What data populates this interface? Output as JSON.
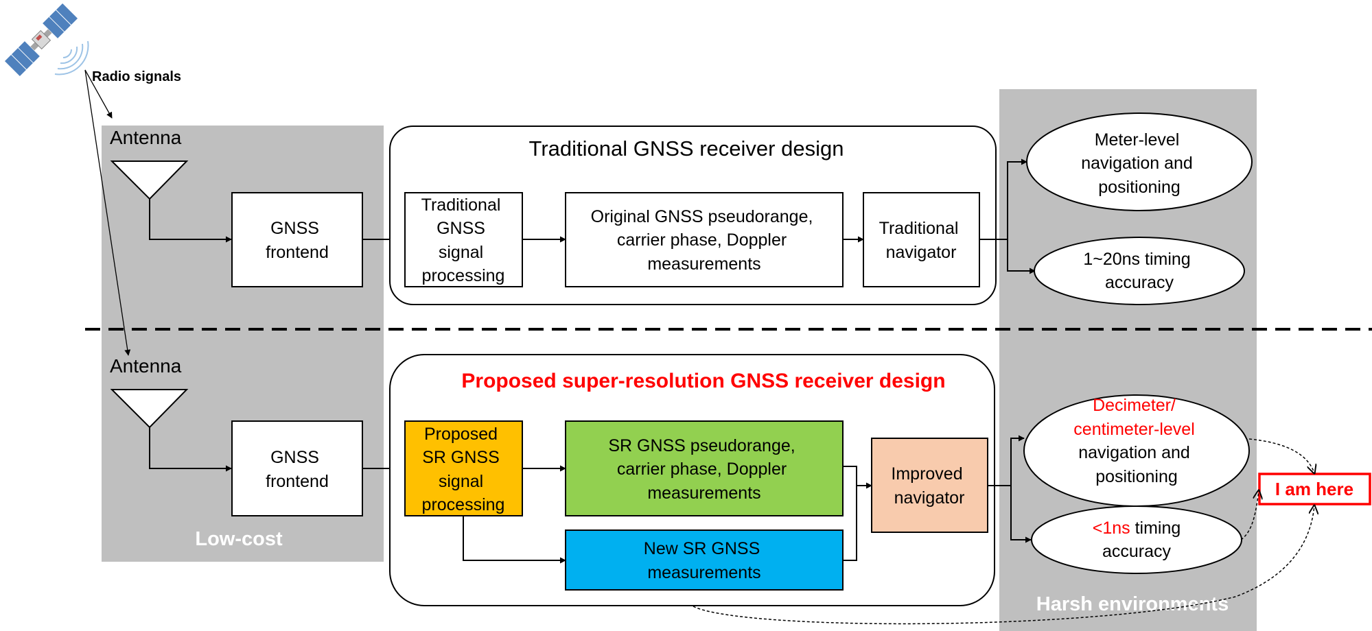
{
  "colors": {
    "panel_gray": "#bfbfbf",
    "red_text": "#ff0000",
    "proposed_processing": "#ffc000",
    "sr_measurements": "#92d050",
    "new_sr_measurements": "#00b0f0",
    "improved_navigator": "#f8cbad",
    "satellite_panel": "#4f81bd"
  },
  "labels": {
    "radio_signals": "Radio signals",
    "antenna_top": "Antenna",
    "antenna_bottom": "Antenna",
    "low_cost": "Low-cost",
    "harsh_environments": "Harsh environments"
  },
  "traditional": {
    "title": "Traditional GNSS receiver design",
    "frontend": [
      "GNSS",
      "frontend"
    ],
    "signal_processing": [
      "Traditional",
      "GNSS",
      "signal",
      "processing"
    ],
    "measurements": [
      "Original GNSS pseudorange,",
      "carrier phase, Doppler",
      "measurements"
    ],
    "navigator": [
      "Traditional",
      "navigator"
    ],
    "output_positioning": [
      "Meter-level",
      "navigation and",
      "positioning"
    ],
    "output_timing": [
      "1~20ns timing",
      "accuracy"
    ]
  },
  "proposed": {
    "title": "Proposed super-resolution GNSS receiver design",
    "frontend": [
      "GNSS",
      "frontend"
    ],
    "signal_processing": [
      "Proposed",
      "SR GNSS",
      "signal",
      "processing"
    ],
    "measurements": [
      "SR GNSS pseudorange,",
      "carrier phase, Doppler",
      "measurements"
    ],
    "new_measurements": [
      "New SR GNSS",
      "measurements"
    ],
    "navigator": [
      "Improved",
      "navigator"
    ],
    "output_positioning_red": [
      "Decimeter/",
      "centimeter-level"
    ],
    "output_positioning": [
      "navigation and",
      "positioning"
    ],
    "output_timing_red": "<1ns",
    "output_timing_rest": " timing",
    "output_timing_line2": "accuracy"
  },
  "callout": "I am here"
}
